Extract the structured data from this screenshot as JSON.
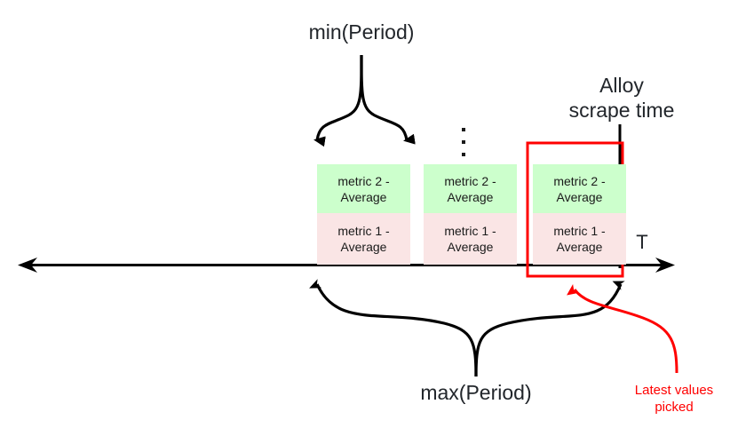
{
  "diagram": {
    "title_labels": {
      "min_period": "min(Period)",
      "max_period": "max(Period)",
      "scrape_time_line1": "Alloy",
      "scrape_time_line2": "scrape time",
      "latest_values_line1": "Latest values",
      "latest_values_line2": "picked",
      "axis_label": "T"
    },
    "colors": {
      "metric2_fill": "#ccffcc",
      "metric1_fill": "#fae5e5",
      "highlight_stroke": "#ff0000",
      "axis_stroke": "#000000",
      "text": "#22262b"
    },
    "periods": [
      {
        "id": "period-1",
        "metric2": "metric 2 -\nAverage",
        "metric1": "metric 1 -\nAverage"
      },
      {
        "id": "period-2",
        "metric2": "metric 2 -\nAverage",
        "metric1": "metric 1 -\nAverage"
      },
      {
        "id": "period-3",
        "metric2": "metric 2 -\nAverage",
        "metric1": "metric 1 -\nAverage"
      }
    ],
    "ellipsis": "⋮"
  }
}
